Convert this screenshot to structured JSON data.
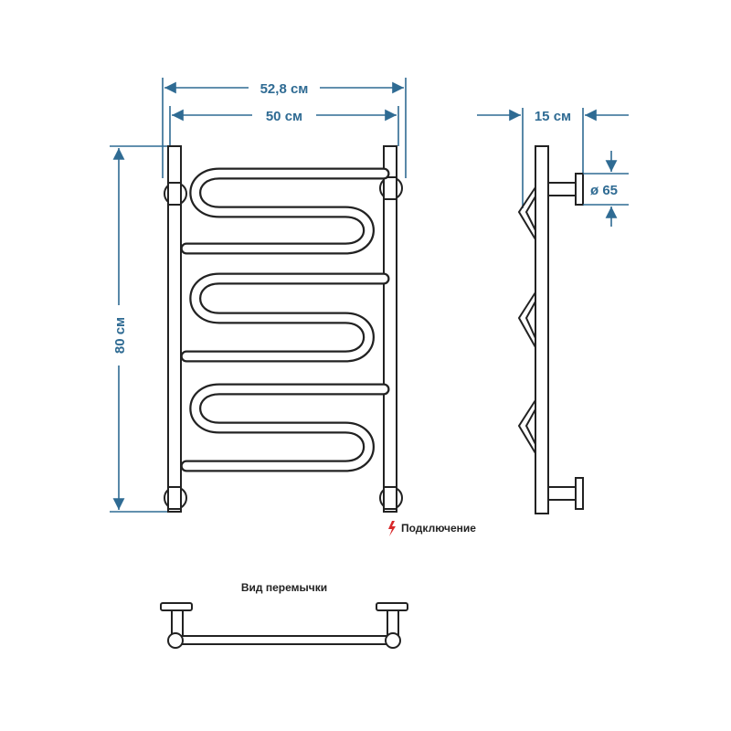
{
  "dimensions": {
    "overall_width": "52,8 см",
    "width": "50 см",
    "height": "80 см",
    "depth": "15 см",
    "diameter": "ø 65"
  },
  "labels": {
    "connection": "Подключение",
    "jumper_view": "Вид перемычки"
  },
  "colors": {
    "dimension": "#2f6b93",
    "ink": "#222222",
    "connection_icon": "#d8282a"
  },
  "icons": {
    "connection": "lightning-bolt-icon"
  }
}
